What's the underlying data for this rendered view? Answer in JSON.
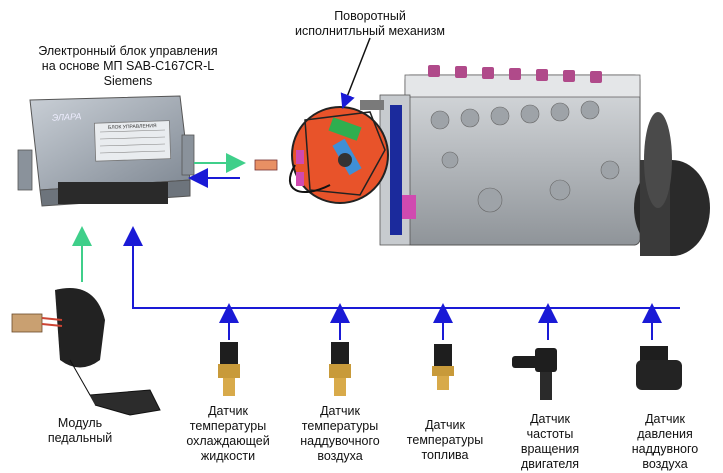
{
  "ecu": {
    "title_line1": "Электронный блок управления",
    "title_line2": "на основе МП SAB-C167CR-L Siemens",
    "brand": "ЭЛАРА",
    "plate_title": "БЛОК УПРАВЛЕНИЯ"
  },
  "actuator": {
    "title_line1": "Поворотный",
    "title_line2": "исполнитльный механизм"
  },
  "modules": [
    {
      "line1": "Модуль",
      "line2": "педальный",
      "line3": "",
      "line4": ""
    },
    {
      "line1": "Датчик",
      "line2": "температуры",
      "line3": "охлаждающей",
      "line4": "жидкости"
    },
    {
      "line1": "Датчик",
      "line2": "температуры",
      "line3": "наддувочного",
      "line4": "воздуха"
    },
    {
      "line1": "Датчик",
      "line2": "температуры",
      "line3": "топлива",
      "line4": ""
    },
    {
      "line1": "Датчик",
      "line2": "частоты",
      "line3": "вращения",
      "line4": "двигателя"
    },
    {
      "line1": "Датчик",
      "line2": "давления",
      "line3": "наддувного",
      "line4": "воздуха"
    }
  ],
  "colors": {
    "blue_line": "#1a1ad6",
    "green_line": "#3fcf8a",
    "ecu_body": "#9aa3ae",
    "pump_body": "#b8bcc0",
    "actuator": "#e8532a"
  }
}
